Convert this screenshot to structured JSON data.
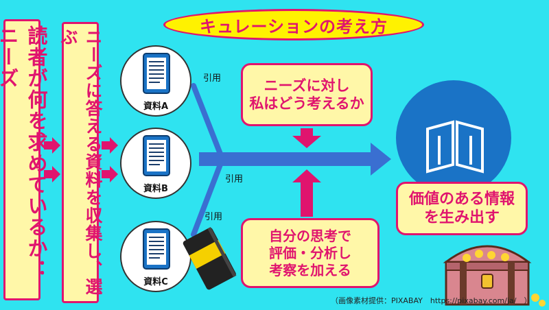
{
  "title": "キュレーションの考え方",
  "left_column": "読者が何を求めているか：ニーズ",
  "second_column": "ニーズに答える資料を収集し、選ぶ",
  "materials": [
    {
      "label": "資料A",
      "quote_label": "引用"
    },
    {
      "label": "資料B",
      "quote_label": "引用"
    },
    {
      "label": "資料C",
      "quote_label": "引用"
    }
  ],
  "thinking_box": {
    "line1": "ニーズに対し",
    "line2": "私はどう考えるか"
  },
  "analysis_box": {
    "line1": "自分の思考で",
    "line2": "評価・分析し",
    "line3": "考察を加える"
  },
  "result_box": {
    "line1": "価値のある情報",
    "line2": "を生み出す"
  },
  "credit": "（画像素材提供：PIXABAY　https://pixabay.com/ja/　）",
  "colors": {
    "background": "#2fe3f0",
    "accent": "#e0146e",
    "box_fill": "#fff7a8",
    "title_fill": "#fff200",
    "arrow": "#3a6fd1"
  },
  "icons": [
    "document-icon",
    "notebook-icon",
    "book-icon",
    "treasure-chest-icon"
  ]
}
